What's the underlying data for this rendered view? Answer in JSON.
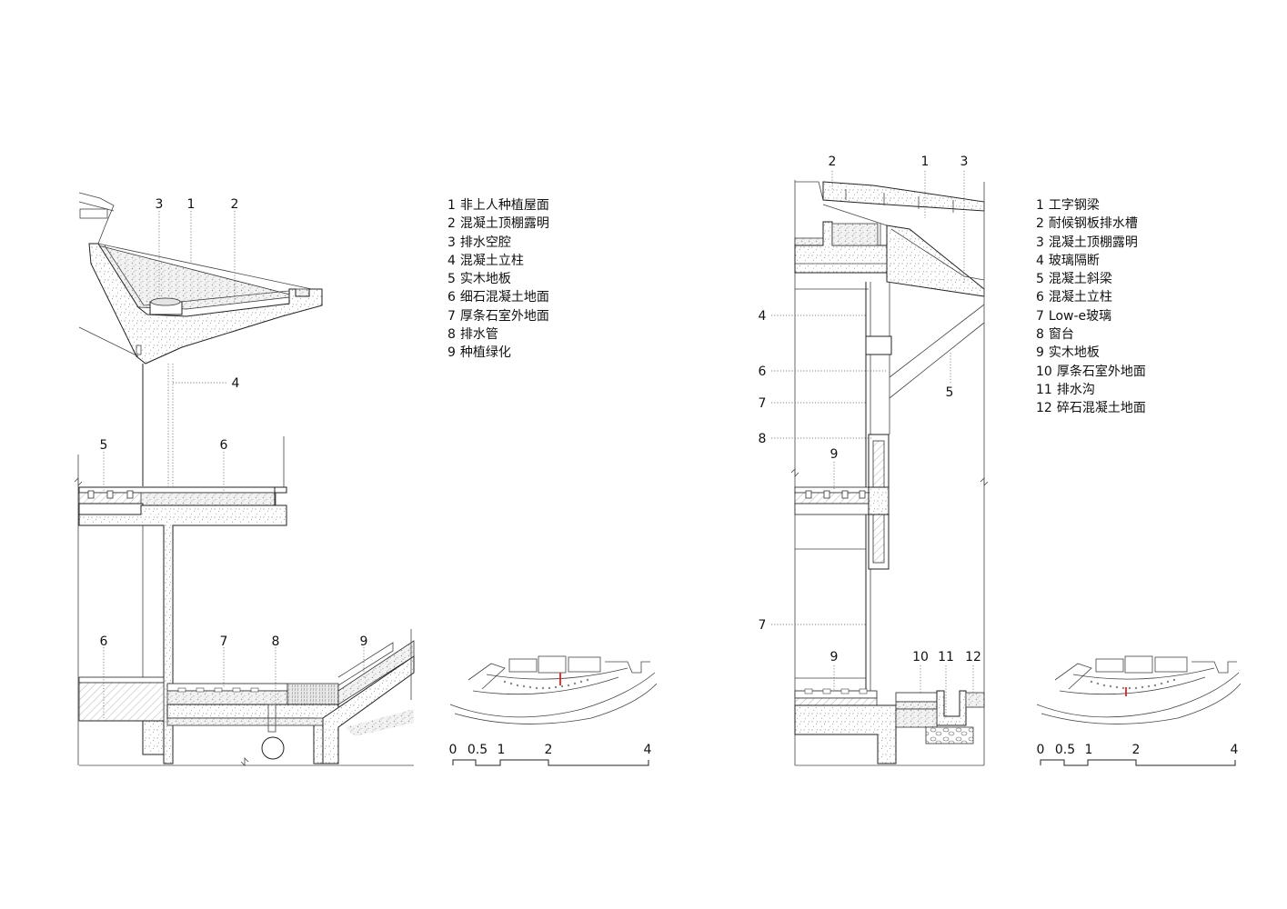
{
  "left": {
    "legend": [
      {
        "num": "1",
        "label": "非上人种植屋面"
      },
      {
        "num": "2",
        "label": "混凝土顶棚露明"
      },
      {
        "num": "3",
        "label": "排水空腔"
      },
      {
        "num": "4",
        "label": "混凝土立柱"
      },
      {
        "num": "5",
        "label": "实木地板"
      },
      {
        "num": "6",
        "label": "细石混凝土地面"
      },
      {
        "num": "7",
        "label": "厚条石室外地面"
      },
      {
        "num": "8",
        "label": "排水管"
      },
      {
        "num": "9",
        "label": "种植绿化"
      }
    ],
    "callouts": {
      "c1": "1",
      "c2": "2",
      "c3": "3",
      "c4": "4",
      "c5": "5",
      "c6a": "6",
      "c6b": "6",
      "c7": "7",
      "c8": "8",
      "c9": "9"
    },
    "scale_labels": [
      "0",
      "0.5",
      "1",
      "2",
      "4"
    ]
  },
  "right": {
    "legend": [
      {
        "num": "1",
        "label": "工字钢梁"
      },
      {
        "num": "2",
        "label": "耐候钢板排水槽"
      },
      {
        "num": "3",
        "label": "混凝土顶棚露明"
      },
      {
        "num": "4",
        "label": "玻璃隔断"
      },
      {
        "num": "5",
        "label": "混凝土斜梁"
      },
      {
        "num": "6",
        "label": "混凝土立柱"
      },
      {
        "num": "7",
        "label": "Low-e玻璃"
      },
      {
        "num": "8",
        "label": "窗台"
      },
      {
        "num": "9",
        "label": "实木地板"
      },
      {
        "num": "10",
        "label": "厚条石室外地面"
      },
      {
        "num": "11",
        "label": "排水沟"
      },
      {
        "num": "12",
        "label": "碎石混凝土地面"
      }
    ],
    "callouts": {
      "c1": "1",
      "c2": "2",
      "c3": "3",
      "c4": "4",
      "c5": "5",
      "c6": "6",
      "c7a": "7",
      "c7b": "7",
      "c8": "8",
      "c9a": "9",
      "c9b": "9",
      "c10": "10",
      "c11": "11",
      "c12": "12"
    },
    "scale_labels": [
      "0",
      "0.5",
      "1",
      "2",
      "4"
    ]
  },
  "colors": {
    "line": "#222222",
    "marker": "#e02020"
  }
}
